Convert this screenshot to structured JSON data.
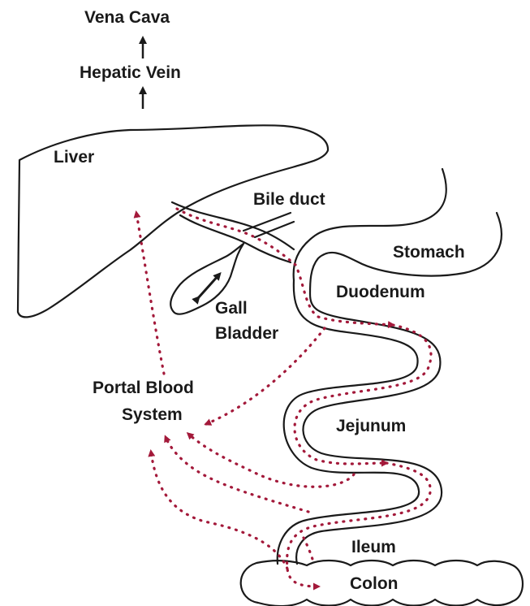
{
  "labels": {
    "vena_cava": "Vena Cava",
    "hepatic_vein": "Hepatic Vein",
    "liver": "Liver",
    "bile_duct": "Bile duct",
    "stomach": "Stomach",
    "duodenum": "Duodenum",
    "gall": "Gall",
    "bladder": "Bladder",
    "portal_blood": "Portal Blood",
    "system": "System",
    "jejunum": "Jejunum",
    "ileum": "Ileum",
    "colon": "Colon"
  },
  "colors": {
    "outline": "#1a1a1a",
    "flow": "#a3193a"
  }
}
